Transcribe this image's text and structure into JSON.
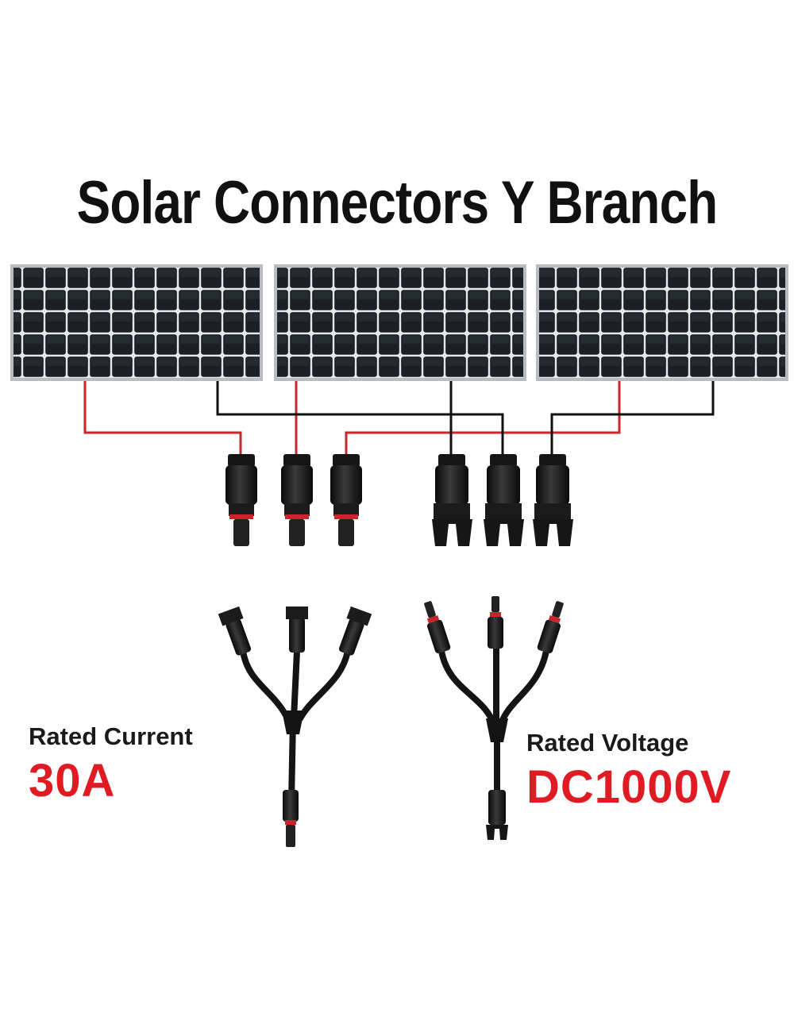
{
  "title": "Solar Connectors Y Branch",
  "specs": {
    "current": {
      "label": "Rated Current",
      "value": "30A"
    },
    "voltage": {
      "label": "Rated Voltage",
      "value": "DC1000V"
    }
  },
  "colors": {
    "text": "#111111",
    "accent_red": "#e01b24",
    "wire_red": "#c8262b",
    "wire_black": "#111111",
    "panel_cell": "#1c2026",
    "panel_frame": "#b9bcc0"
  },
  "panels": [
    {
      "name": "solar-panel-left"
    },
    {
      "name": "solar-panel-center"
    },
    {
      "name": "solar-panel-right"
    }
  ],
  "connectors": {
    "male": [
      "male-connector-1",
      "male-connector-2",
      "male-connector-3"
    ],
    "female": [
      "female-connector-1",
      "female-connector-2",
      "female-connector-3"
    ]
  }
}
